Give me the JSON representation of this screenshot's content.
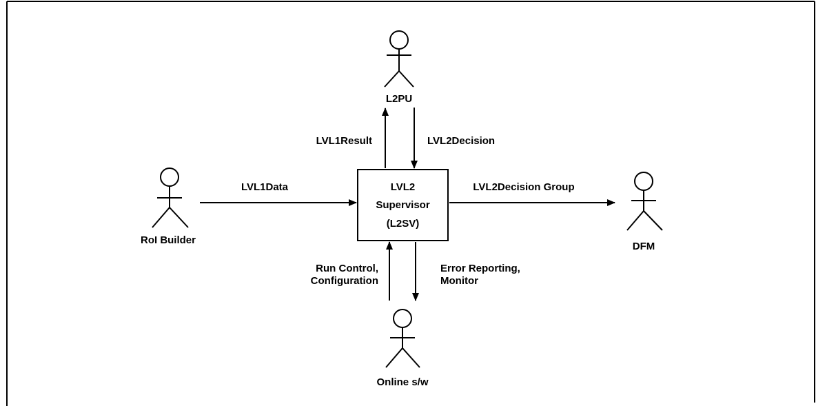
{
  "central_box": {
    "line1": "LVL2",
    "line2": "Supervisor",
    "line3": "(L2SV)"
  },
  "actors": {
    "top": "L2PU",
    "left": "RoI Builder",
    "right": "DFM",
    "bottom": "Online s/w"
  },
  "flows": {
    "lvl1_result": "LVL1Result",
    "lvl2_decision": "LVL2Decision",
    "lvl1_data": "LVL1Data",
    "lvl2_decision_group": "LVL2Decision Group",
    "run_control_line1": "Run Control,",
    "run_control_line2": "Configuration",
    "error_reporting_line1": "Error Reporting,",
    "error_reporting_line2": "Monitor"
  }
}
